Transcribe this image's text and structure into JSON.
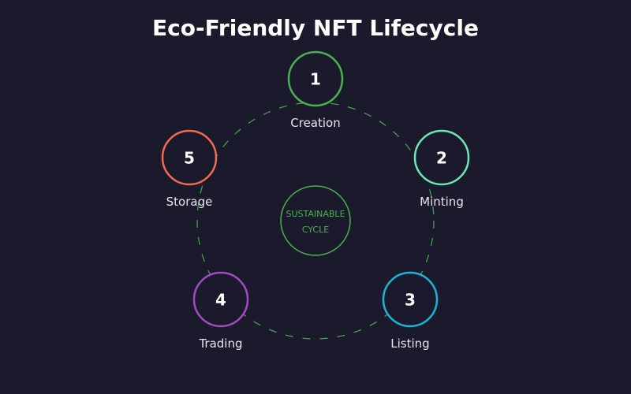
{
  "title": "Eco-Friendly NFT Lifecycle",
  "colors": {
    "background": "#1b1a2d",
    "cycle_path": "#4caf50",
    "center": "#4caf50"
  },
  "center": {
    "line1": "SUSTAINABLE",
    "line2": "CYCLE"
  },
  "nodes": [
    {
      "number": "1",
      "label": "Creation",
      "color": "#4caf50"
    },
    {
      "number": "2",
      "label": "Minting",
      "color": "#6ee7b7"
    },
    {
      "number": "3",
      "label": "Listing",
      "color": "#1cb5d4"
    },
    {
      "number": "4",
      "label": "Trading",
      "color": "#a24bc1"
    },
    {
      "number": "5",
      "label": "Storage",
      "color": "#f26b4a"
    }
  ]
}
